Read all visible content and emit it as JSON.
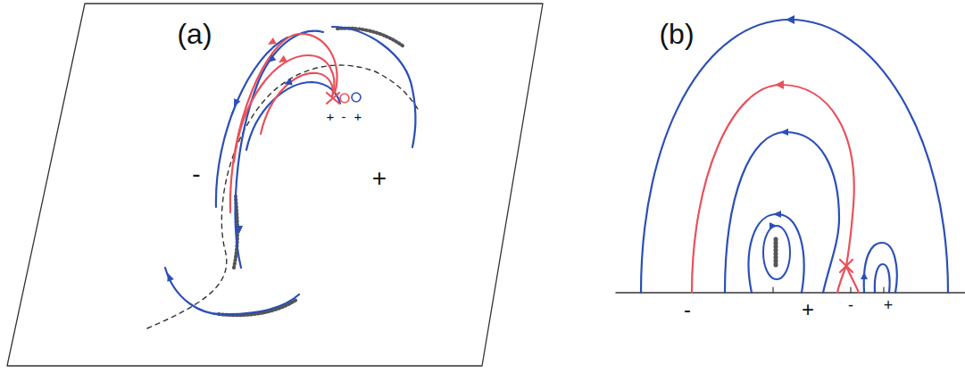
{
  "diagram": {
    "labels": [
      "(a)",
      "(b)",
      "-",
      "+",
      "+",
      "-",
      "+",
      "-",
      "+",
      "-",
      "+"
    ]
  }
}
